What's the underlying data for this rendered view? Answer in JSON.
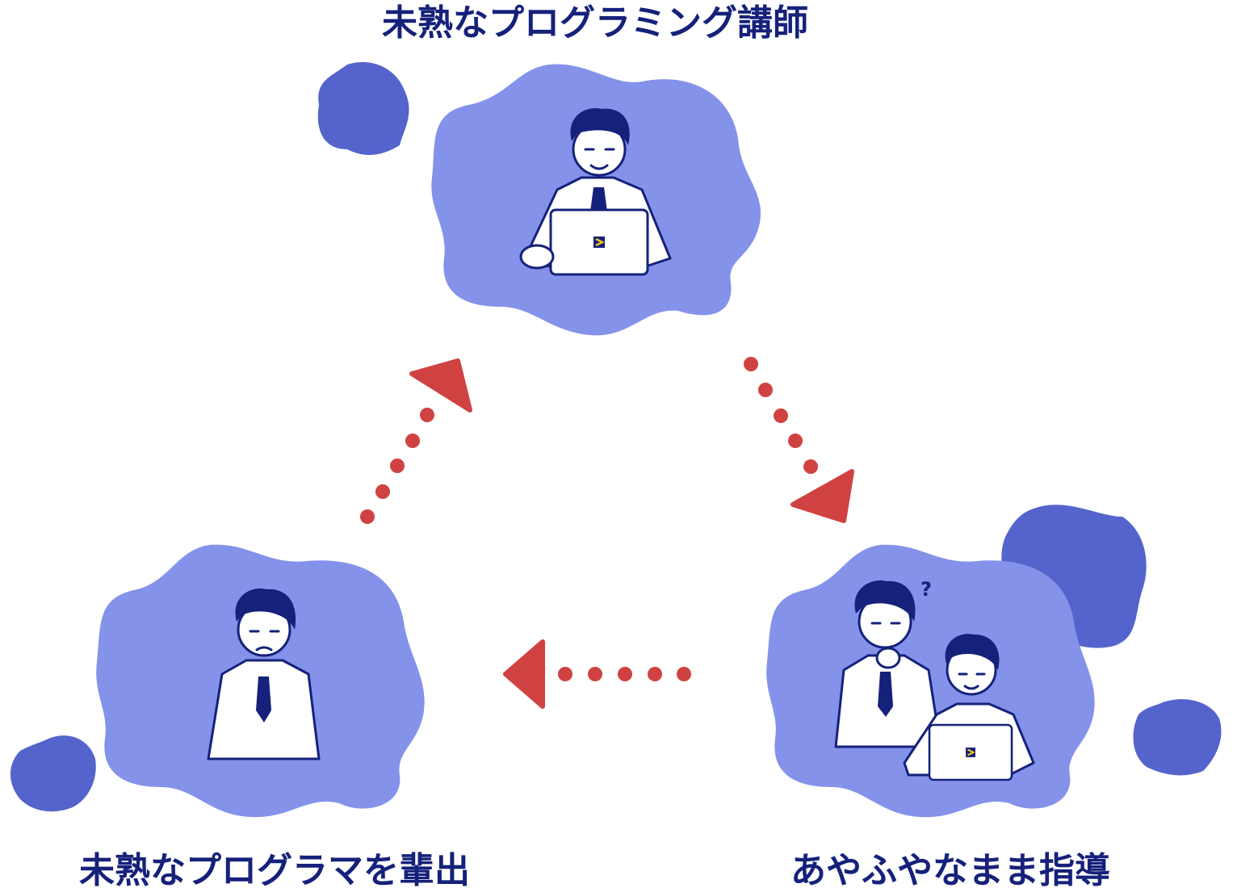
{
  "labels": {
    "top": "未熟なプログラミング講師",
    "bottom_left": "未熟なプログラマを輩出",
    "bottom_right": "あやふやなまま指導"
  },
  "question_mark": "?",
  "colors": {
    "blob_light": "#8492EA",
    "blob_dark": "#5464CC",
    "navy": "#15217A",
    "arrow_red": "#D04242",
    "logo_yellow": "#F5C518"
  }
}
